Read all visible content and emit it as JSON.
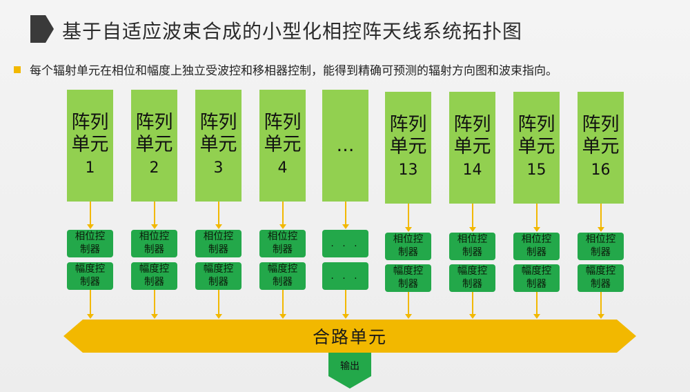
{
  "title": "基于自适应波束合成的小型化相控阵天线系统拓扑图",
  "subtitle": "每个辐射单元在相位和幅度上独立受波控和移相器控制，能得到精确可预测的辐射方向图和波束指向。",
  "elements": [
    {
      "line1": "阵列",
      "line2": "单元",
      "num": "1"
    },
    {
      "line1": "阵列",
      "line2": "单元",
      "num": "2"
    },
    {
      "line1": "阵列",
      "line2": "单元",
      "num": "3"
    },
    {
      "line1": "阵列",
      "line2": "单元",
      "num": "4"
    },
    {
      "line1": "…",
      "line2": "",
      "num": ""
    },
    {
      "line1": "阵列",
      "line2": "单元",
      "num": "13"
    },
    {
      "line1": "阵列",
      "line2": "单元",
      "num": "14"
    },
    {
      "line1": "阵列",
      "line2": "单元",
      "num": "15"
    },
    {
      "line1": "阵列",
      "line2": "单元",
      "num": "16"
    }
  ],
  "phase_ctrl": {
    "line1": "相位控",
    "line2": "制器"
  },
  "amp_ctrl": {
    "line1": "幅度控",
    "line2": "制器"
  },
  "dots_ctrl": ". . .",
  "combiner": "合路单元",
  "output": "输出",
  "colors": {
    "element": "#92d050",
    "controller": "#23a84a",
    "combiner": "#f2b800",
    "output": "#23a84a"
  }
}
